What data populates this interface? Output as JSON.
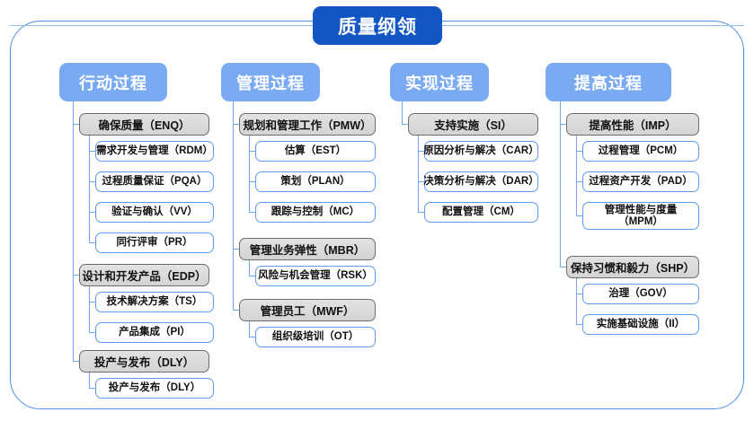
{
  "diagram": {
    "title": "质量纲领",
    "frame_color": "#4a90e2",
    "root_color": "#1256c4",
    "header_color": "#7aaaf2",
    "level2_color": "#d8d8d8",
    "level3_color": "#ffffff",
    "connector_color": "#6fa8ee",
    "columns": [
      {
        "header": "行动过程",
        "groups": [
          {
            "title": "确保质量（ENQ）",
            "items": [
              "需求开发与管理（RDM）",
              "过程质量保证（PQA）",
              "验证与确认（VV）",
              "同行评审（PR）"
            ]
          },
          {
            "title": "设计和开发产品（EDP）",
            "items": [
              "技术解决方案（TS）",
              "产品集成（PI）"
            ]
          },
          {
            "title": "投产与发布（DLY）",
            "items": [
              "投产与发布（DLY）"
            ]
          }
        ]
      },
      {
        "header": "管理过程",
        "groups": [
          {
            "title": "规划和管理工作（PMW）",
            "items": [
              "估算（EST）",
              "策划（PLAN）",
              "跟踪与控制（MC）"
            ]
          },
          {
            "title": "管理业务弹性（MBR）",
            "items": [
              "风险与机会管理（RSK）"
            ]
          },
          {
            "title": "管理员工（MWF）",
            "items": [
              "组织级培训（OT）"
            ]
          }
        ]
      },
      {
        "header": "实现过程",
        "groups": [
          {
            "title": "支持实施（SI）",
            "items": [
              "原因分析与解决（CAR）",
              "决策分析与解决（DAR）",
              "配置管理（CM）"
            ]
          }
        ]
      },
      {
        "header": "提高过程",
        "groups": [
          {
            "title": "提高性能（IMP）",
            "items": [
              "过程管理（PCM）",
              "过程资产开发（PAD）",
              "管理性能与度量\n（MPM）"
            ]
          },
          {
            "title": "保持习惯和毅力（SHP）",
            "items": [
              "治理（GOV）",
              "实施基础设施（II）"
            ]
          }
        ]
      }
    ]
  }
}
